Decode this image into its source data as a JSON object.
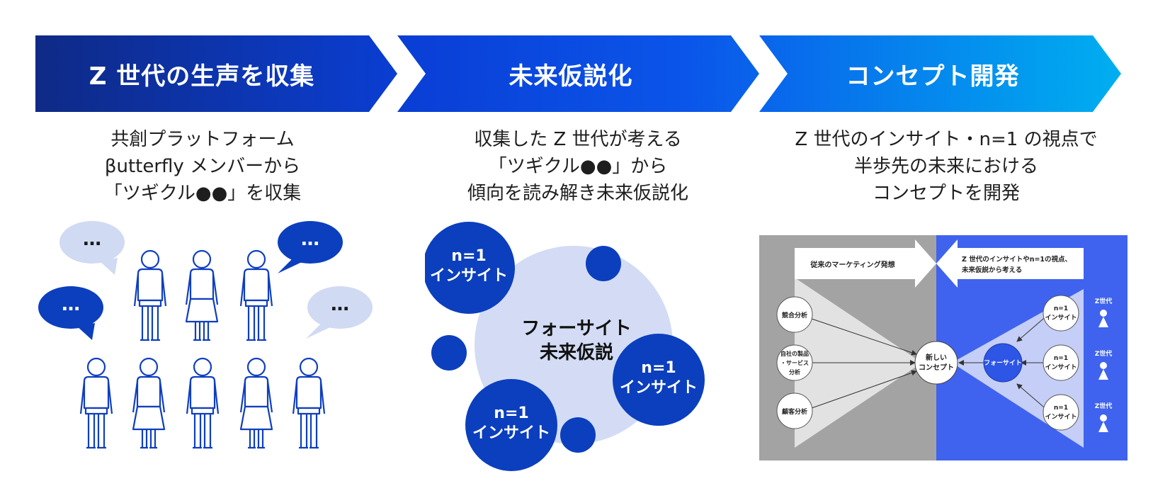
{
  "colors": {
    "navy": "#0f2a86",
    "blue": "#0b4fe0",
    "sky": "#00a8ea",
    "figure_stroke": "#0f3fbf",
    "bubble_light": "#d0daf2",
    "bubble_dark": "#0b3fbd",
    "circle_light": "#d3dcf4",
    "panel_gray": "#a3a3a3",
    "panel_blue": "#3f63ee"
  },
  "steps": [
    {
      "label": "Z 世代の生声を収集"
    },
    {
      "label": "未来仮説化"
    },
    {
      "label": "コンセプト開発"
    }
  ],
  "descriptions": [
    {
      "lines": [
        "共創プラットフォーム",
        "βutterfly メンバーから",
        "「ツギクル●●」を収集"
      ]
    },
    {
      "lines": [
        "収集した Z 世代が考える",
        "「ツギクル●●」から",
        "傾向を読み解き未来仮説化"
      ]
    },
    {
      "lines": [
        "Z 世代のインサイト・n=1 の視点で",
        "半歩先の未来における",
        "コンセプトを開発"
      ]
    }
  ],
  "bubbles": {
    "text": "…"
  },
  "foresight": {
    "center_line1": "フォーサイト",
    "center_line2": "未来仮説",
    "insight_line1": "n=1",
    "insight_line2": "インサイト"
  },
  "panel": {
    "left_arrow": "従来のマーケティング発想",
    "right_arrow_line1": "Z 世代のインサイトやn=1の視点、",
    "right_arrow_line2": "未来仮説から考える",
    "left_nodes": [
      {
        "lines": [
          "競合分析"
        ]
      },
      {
        "lines": [
          "自社の製品",
          "・サービス",
          "分析"
        ]
      },
      {
        "lines": [
          "顧客分析"
        ]
      }
    ],
    "center_node": {
      "lines": [
        "新しい",
        "コンセプト"
      ]
    },
    "foresight_node": "フォーサイト",
    "insight_nodes": [
      {
        "line1": "n=1",
        "line2": "インサイト"
      },
      {
        "line1": "n=1",
        "line2": "インサイト"
      },
      {
        "line1": "n=1",
        "line2": "インサイト"
      }
    ],
    "z_label": "Z世代"
  }
}
